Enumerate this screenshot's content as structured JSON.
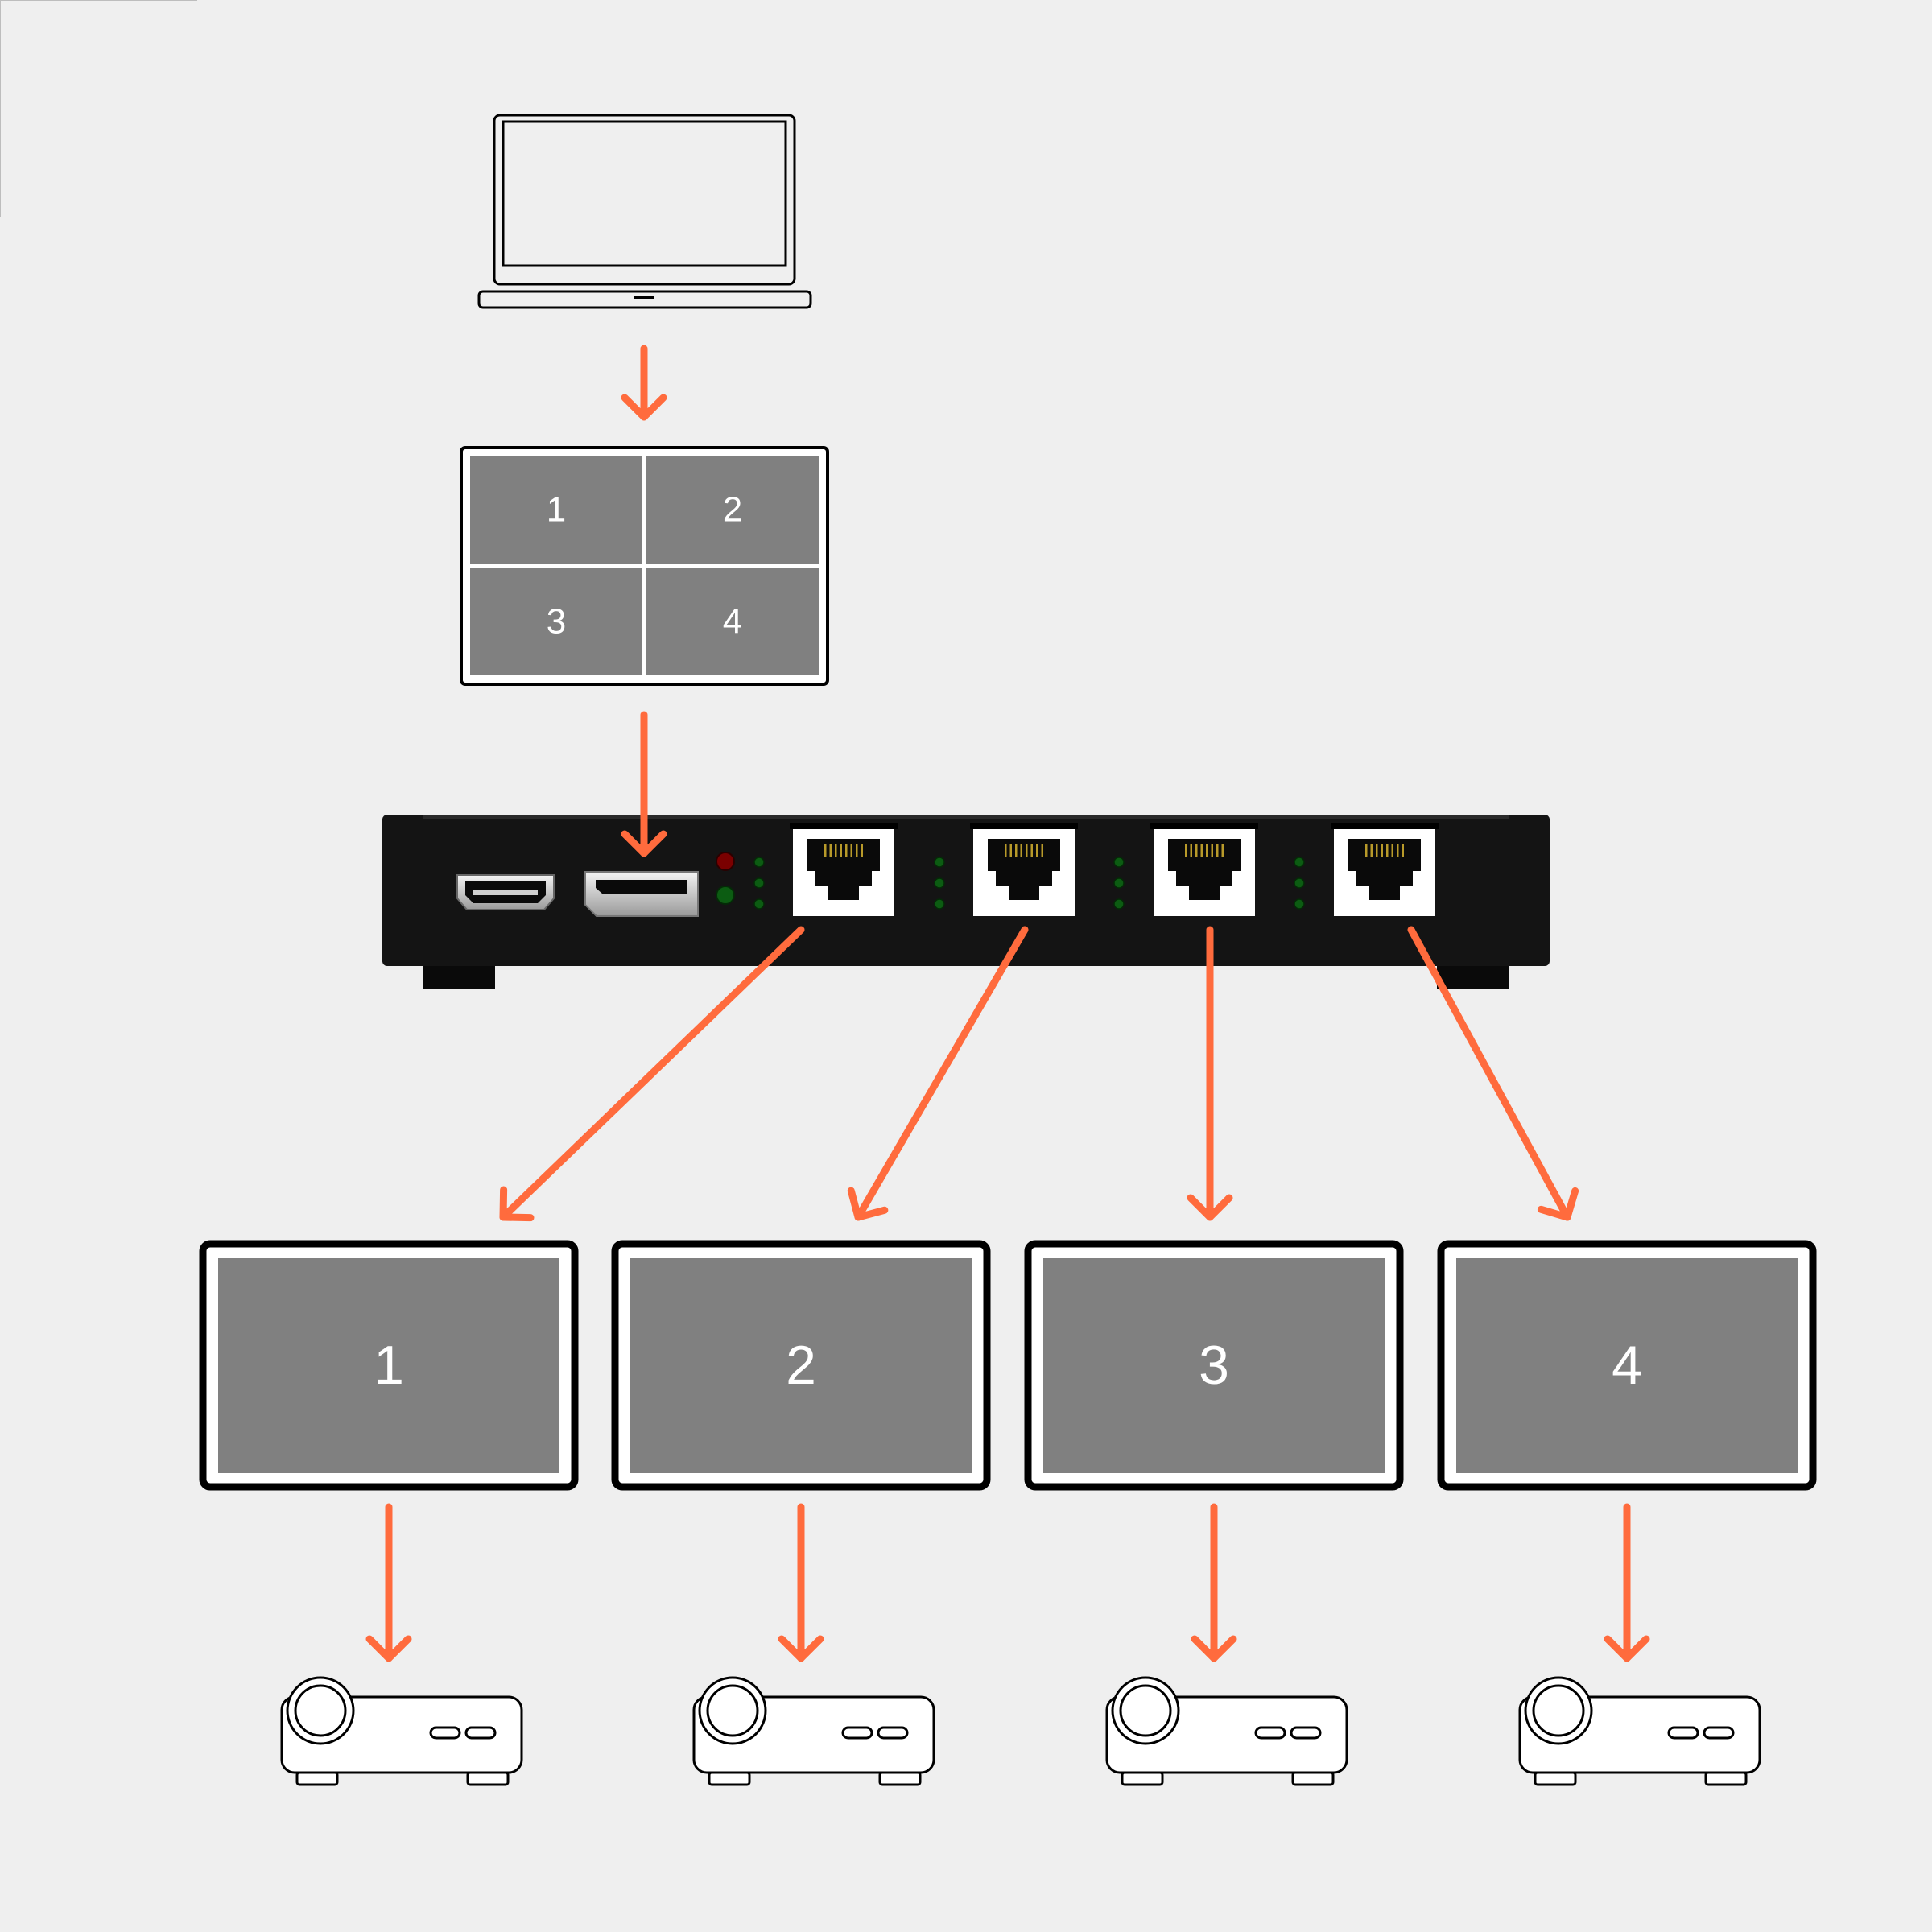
{
  "colors": {
    "background": "#efefef",
    "arrow": "#ff6b3d",
    "screen_fill": "#808080",
    "outline": "#000000",
    "device_body": "#141414",
    "label_text": "#ffffff",
    "led_red": "#7a0000",
    "led_green": "#0c5c12"
  },
  "source": {
    "device": "laptop-icon"
  },
  "canvas_preview": {
    "cells": [
      "1",
      "2",
      "3",
      "4"
    ]
  },
  "splitter": {
    "device": "video-wall-controller",
    "ports": [
      "hdmi-port-icon",
      "displayport-icon",
      "rj45-port-icon",
      "rj45-port-icon",
      "rj45-port-icon",
      "rj45-port-icon"
    ]
  },
  "displays": [
    "1",
    "2",
    "3",
    "4"
  ],
  "projectors": {
    "device": "projector-icon",
    "count": 4
  }
}
